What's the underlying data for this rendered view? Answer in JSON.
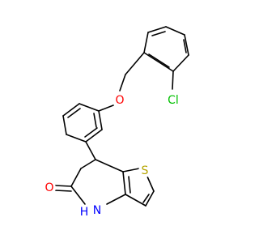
{
  "colors": {
    "background": "#ffffff",
    "bond": "#000000",
    "oxygen": "#ff0000",
    "nitrogen": "#0000ff",
    "sulfur": "#b5a400",
    "chlorine": "#00c000"
  },
  "atoms": {
    "ether_oxygen": "O",
    "carbonyl_oxygen": "O",
    "nitrogen": "N",
    "amide_hydrogen": "H",
    "sulfur": "S",
    "chlorine": "Cl"
  }
}
